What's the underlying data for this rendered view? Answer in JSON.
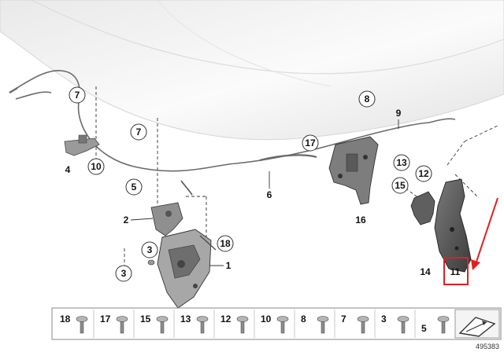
{
  "callouts": {
    "c1": "1",
    "c2": "2",
    "c3a": "3",
    "c3b": "3",
    "c4": "4",
    "c5": "5",
    "c6": "6",
    "c7a": "7",
    "c7b": "7",
    "c8": "8",
    "c9": "9",
    "c10": "10",
    "c11": "11",
    "c12": "12",
    "c13": "13",
    "c14": "14",
    "c15": "15",
    "c16": "16",
    "c17": "17",
    "c18": "18"
  },
  "legend": {
    "items": [
      "18",
      "17",
      "15",
      "13",
      "12",
      "10",
      "8",
      "7",
      "3",
      "5"
    ]
  },
  "catalog_number": "495383",
  "colors": {
    "highlight": "#e02020",
    "part_dark": "#4a4a4a",
    "part_mid": "#8a8a8a",
    "part_light": "#c4c4c4",
    "hood": "#f1f1f1",
    "cable": "#6a6a6a"
  }
}
